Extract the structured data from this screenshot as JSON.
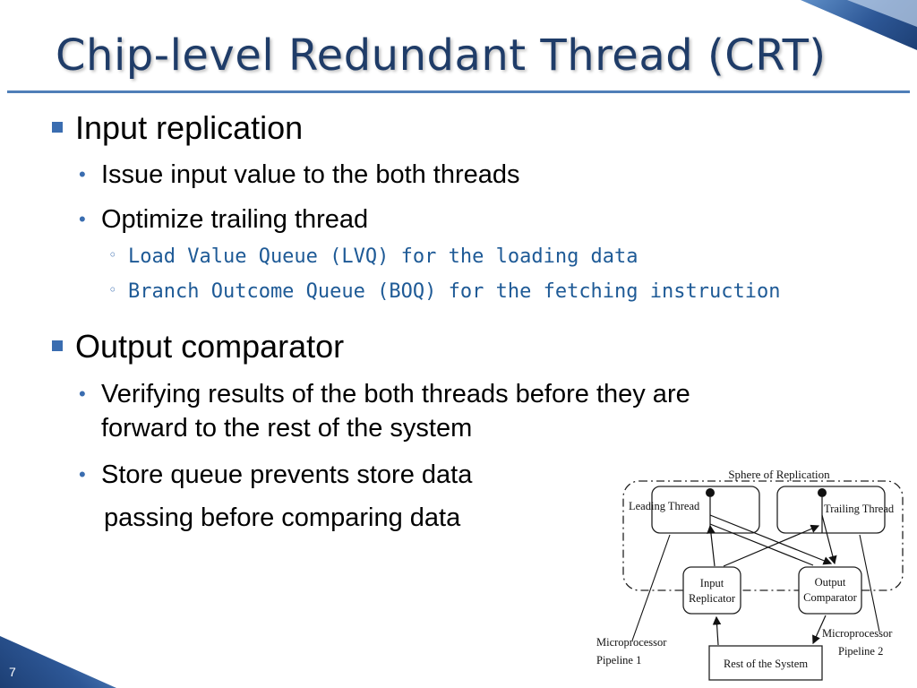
{
  "slide": {
    "title": "Chip-level Redundant Thread (CRT)",
    "number": "7"
  },
  "bullets": {
    "input": {
      "label": "Input replication",
      "sub1": "Issue input value to the both threads",
      "sub2": "Optimize trailing thread",
      "lvq": "Load Value Queue (LVQ) for the loading data",
      "boq": "Branch Outcome Queue (BOQ) for the fetching instruction"
    },
    "output": {
      "label": "Output comparator",
      "sub1_line1": "Verifying results of the both threads before they are",
      "sub1_line2": "forward to the rest of the system",
      "sub2": "Store queue prevents store data",
      "sub2_cont": "passing before comparing data"
    }
  },
  "diagram": {
    "sphere": "Sphere of Replication",
    "leading": "Leading Thread",
    "trailing": "Trailing Thread",
    "input_line1": "Input",
    "input_line2": "Replicator",
    "output_line1": "Output",
    "output_line2": "Comparator",
    "mp1_line1": "Microprocessor",
    "mp1_line2": "Pipeline 1",
    "mp2_line1": "Microprocessor",
    "mp2_line2": "Pipeline 2",
    "rest": "Rest of the System"
  },
  "colors": {
    "title": "#1f3c68",
    "accent": "#3a6db0",
    "level3_text": "#1e5a96"
  }
}
